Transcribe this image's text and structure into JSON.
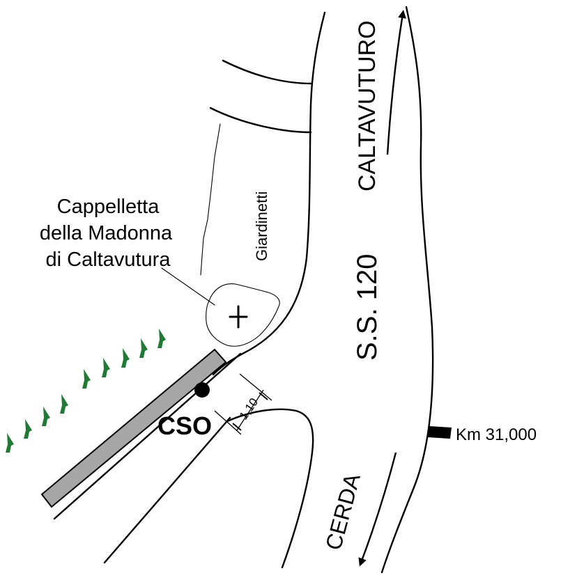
{
  "map": {
    "labels": {
      "caltavuturo": "CALTAVUTURO",
      "cerda": "CERDA",
      "road_name": "S.S. 120",
      "giardinetti": "Giardinetti",
      "chapel_line1": "Cappelletta",
      "chapel_line2": "della Madonna",
      "chapel_line3": "di Caltavutura",
      "cso": "CSO",
      "distance": "1,10",
      "km_marker": "Km 31,000"
    },
    "colors": {
      "line": "#000000",
      "wall_fill": "#a6a6a6",
      "trees": "#1f7a34",
      "background": "#ffffff"
    },
    "icons": {
      "chapel": "cross-icon",
      "station": "filled-circle-icon",
      "km_marker": "milestone-block-icon",
      "direction": "arrow-icon",
      "trees": "tree-symbol-icon"
    }
  }
}
